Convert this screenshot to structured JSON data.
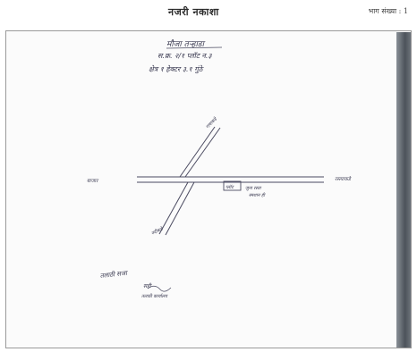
{
  "header": {
    "title": "नजरी नकाशा",
    "page_count_label": "भाग संख्या",
    "page_count_value": ": 1"
  },
  "sketch": {
    "heading_lines": [
      "मौजा तऱ्हाडा",
      "स.क्र. २/१ प्लॉट न.३",
      "क्षेत्र १ हेक्टर ३.१ गुंठे"
    ],
    "left_road_label": "बाजार",
    "right_road_label": "रस्त्याकडे",
    "upper_road_label": "गावाकडे",
    "lower_road_label": "नदीकडे",
    "plot_label": "प्लॉट",
    "plot_note_lines": [
      "जुना रस्ता",
      "स्मशान ही"
    ],
    "signature_lines": [
      "तलाठी सजा",
      "सही",
      "तलाठी कार्यालय"
    ]
  }
}
